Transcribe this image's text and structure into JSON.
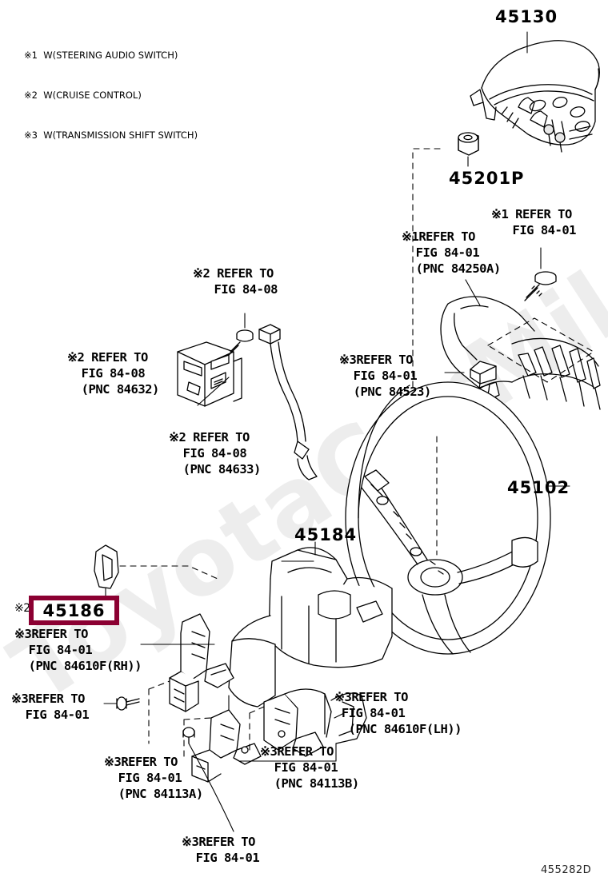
{
  "diagram": {
    "code": "455282D",
    "watermark": "ToyotaCarMile.ru",
    "highlight_color": "#8B0032"
  },
  "legend": {
    "lines": [
      "※1  W(STEERING AUDIO SWITCH)",
      "※2  W(CRUISE CONTROL)",
      "※3  W(TRANSMISSION SHIFT SWITCH)"
    ]
  },
  "part_numbers": {
    "airbag_assy": "45130",
    "nut": "45201P",
    "steering_wheel": "45102",
    "lower_cover": "45184",
    "highlighted": "45186",
    "highlighted_mark": "※2"
  },
  "refer_labels": {
    "audio_switch_pnc84250a": "※1REFER TO\n  FIG 84-01\n  (PNC 84250A)",
    "audio_switch_screw": "※1 REFER TO\n   FIG 84-01",
    "cruise_screw": "※2 REFER TO\n   FIG 84-08",
    "cruise_pnc84632": "※2 REFER TO\n  FIG 84-08\n  (PNC 84632)",
    "cruise_pnc84633": "※2 REFER TO\n  FIG 84-08\n  (PNC 84633)",
    "shift_pnc84523": "※3REFER TO\n  FIG 84-01\n  (PNC 84523)",
    "shift_pnc84610f_rh": "※3REFER TO\n  FIG 84-01\n  (PNC 84610F(RH))",
    "shift_pnc84610f_lh": "※3REFER TO\n FIG 84-01\n  (PNC 84610F(LH))",
    "shift_screw_left": "※3REFER TO\n  FIG 84-01",
    "shift_pnc84113a": "※3REFER TO\n  FIG 84-01\n  (PNC 84113A)",
    "shift_pnc84113b": "※3REFER TO\n  FIG 84-01\n  (PNC 84113B)",
    "shift_screw_bottom": "※3REFER TO\n  FIG 84-01"
  }
}
